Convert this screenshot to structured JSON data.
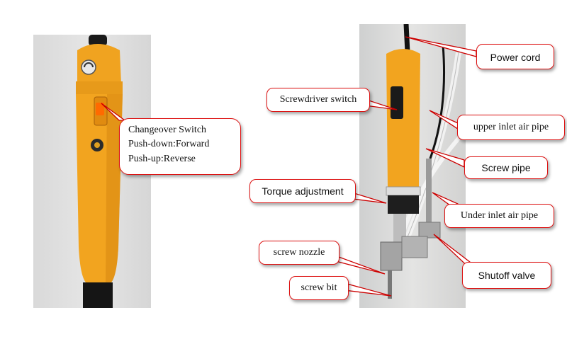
{
  "callouts": {
    "changeover": {
      "line1": "Changeover Switch",
      "line2": "Push-down:Forward",
      "line3": "Push-up:Reverse"
    },
    "power_cord": "Power cord",
    "screwdriver_switch": "Screwdriver switch",
    "upper_inlet_air_pipe": "upper inlet air pipe",
    "screw_pipe": "Screw pipe",
    "torque_adjustment": "Torque adjustment",
    "under_inlet_air_pipe": "Under inlet air pipe",
    "screw_nozzle": "screw nozzle",
    "shutoff_valve": "Shutoff valve",
    "screw_bit": "screw bit"
  },
  "colors": {
    "callout_border": "#dd1111",
    "tool_body": "#f2a41f",
    "background": "#ffffff"
  },
  "icons": [
    "screwdriver-photo-left",
    "screwdriver-assembly-photo-right"
  ]
}
